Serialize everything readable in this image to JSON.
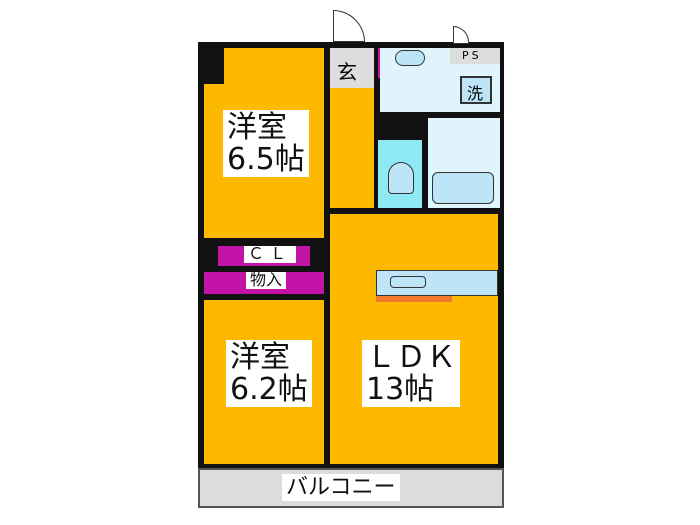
{
  "floorplan": {
    "rooms": [
      {
        "id": "western-room-1",
        "name": "洋室",
        "size": "6.5帖"
      },
      {
        "id": "western-room-2",
        "name": "洋室",
        "size": "6.2帖"
      },
      {
        "id": "ldk",
        "name": "ＬＤＫ",
        "size": "13帖"
      }
    ],
    "labels": {
      "entrance": "玄",
      "closet": "ＣＬ",
      "storage": "物入",
      "laundry": "洗",
      "pipe_space": "PS",
      "balcony": "バルコニー"
    },
    "colors": {
      "room": "#fcb900",
      "wall": "#111111",
      "closet": "#c414a8",
      "wet_area": "#dff4fb",
      "toilet": "#8ee8f5",
      "kitchen_counter": "#f07a2a",
      "balcony": "#dcdcdc"
    }
  }
}
